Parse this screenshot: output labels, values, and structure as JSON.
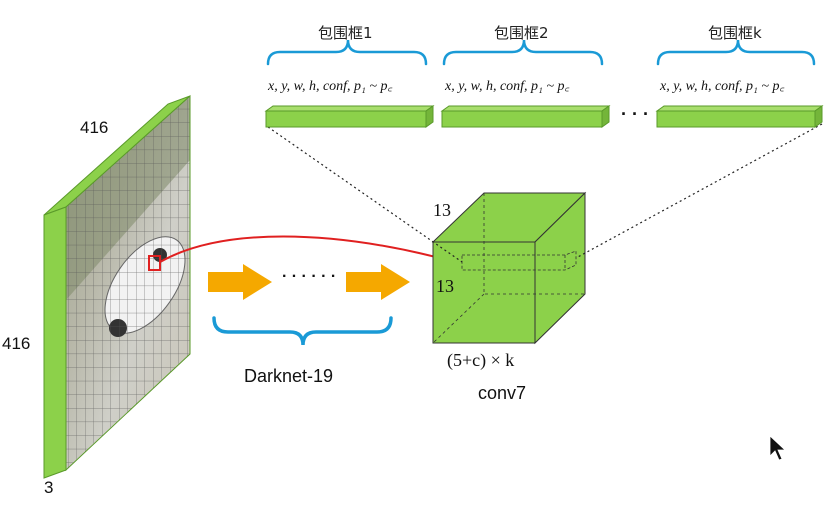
{
  "image": {
    "size_top": "416",
    "size_left": "416",
    "depth": "3"
  },
  "boxes": [
    {
      "title": "包围框1",
      "params": "x, y, w, h, conf, p₁ ~ p꜀"
    },
    {
      "title": "包围框2",
      "params": "x, y, w, h, conf, p₁ ~ p꜀"
    },
    {
      "title": "包围框k",
      "params": "x, y, w, h, conf, p₁ ~ p꜀"
    }
  ],
  "ellipsis_boxes": "· · ·",
  "ellipsis_flow": "· · · · · ·",
  "network_label": "Darknet-19",
  "cube": {
    "size_top": "13",
    "size_left": "13",
    "depth_label": "(5+c) × k",
    "layer_label": "conv7"
  },
  "colors": {
    "green": "#8cd14a",
    "green_dark": "#5a9a2a",
    "arrow_orange": "#f5a800",
    "bracket_blue": "#1a9ad6",
    "pointer_red": "#e02020"
  }
}
